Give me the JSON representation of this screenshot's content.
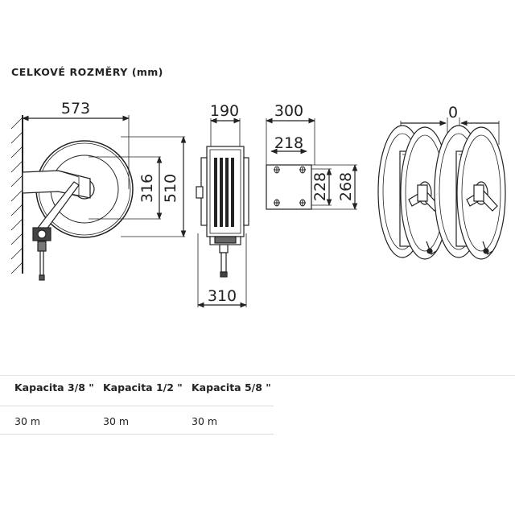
{
  "heading": {
    "title": "CELKOVÉ ROZMĚRY",
    "unit": "(mm)"
  },
  "dimensions": {
    "side_width": "573",
    "side_height_outer": "510",
    "side_height_inner": "316",
    "front_width_top": "190",
    "front_width_bottom": "310",
    "bracket_width_outer": "300",
    "bracket_width_inner": "218",
    "bracket_height_inner": "228",
    "bracket_height_outer": "268",
    "multi_gap": "0"
  },
  "table": {
    "headers": [
      "Kapacita 3/8 \"",
      "Kapacita 1/2 \"",
      "Kapacita 5/8 \""
    ],
    "values": [
      "30 m",
      "30 m",
      "30 m"
    ]
  }
}
